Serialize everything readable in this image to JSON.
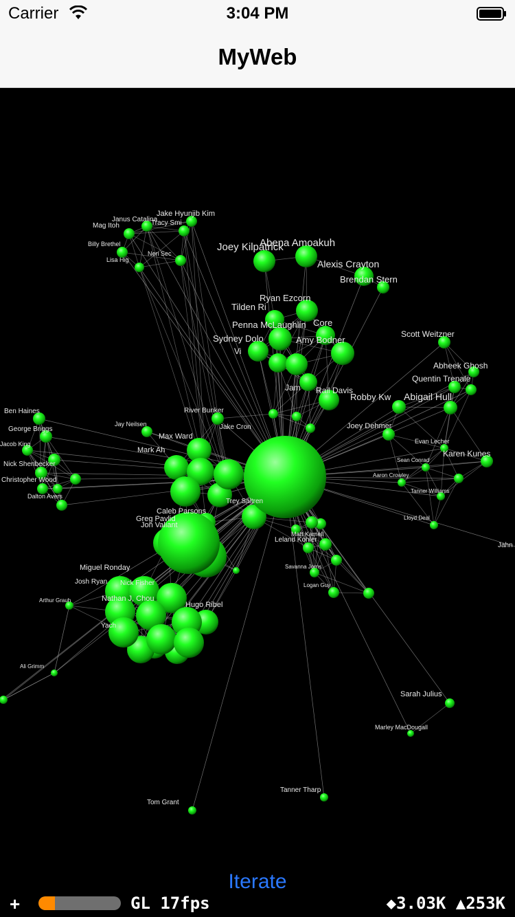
{
  "status_bar": {
    "carrier": "Carrier",
    "time": "3:04 PM"
  },
  "nav": {
    "title": "MyWeb"
  },
  "graph": {
    "node_color": "#1aff1a",
    "edge_color": "#cfcfcf",
    "labels": [
      "Jake Hyunjib Kim",
      "Janus Catalina",
      "Tracy Smi",
      "Mag Itoh",
      "Billy Brethel",
      "Neri Sec",
      "Lisa Hig",
      "Joey Kilpatrick",
      "Abena Amoakuh",
      "Alexis Crayton",
      "Brendan Stern",
      "Ryan Ezcorn",
      "Tilden Ri",
      "Penna McLaughlin",
      "Core",
      "Sydney Dolo",
      "Amy Bodner",
      "Vi",
      "Scott Weitzner",
      "Abheek Ghosh",
      "Quentin Trenale",
      "Robby Kw",
      "Abigail Hull",
      "Jam",
      "Rail Davis",
      "Ben Haines",
      "George Briggs",
      "Jacob King",
      "Nick Shenbecker",
      "Christopher Wood",
      "Dalton Avers",
      "Jay Neilsen",
      "River Bunker",
      "Max Ward",
      "Jake Cron",
      "Mark Ah",
      "Joey Dehmer",
      "Evan Lecher",
      "Karen Kunes",
      "Sean Conrad",
      "Aaron Crowley",
      "Tanner Williams",
      "Lloyd Deal",
      "Caleb Parsons",
      "Greg Pavlid",
      "Jon Valiant",
      "Trey Saltren",
      "Leland Kohler",
      "Matt Kamell",
      "Savanna Jorns",
      "Logan Guy",
      "Miguel Ronday",
      "Josh Ryan",
      "Nick Fisher",
      "Nathan J. Chou",
      "Hugo Ribel",
      "Yach",
      "Arthur Grauh",
      "Ali Grimm",
      "Sarah Julius",
      "Marley MacDougall",
      "Tanner Tharp",
      "Tom Grant",
      "Jahn"
    ]
  },
  "iterate": {
    "label": "Iterate"
  },
  "hud": {
    "plus": "+",
    "progress": 0.2,
    "gl": "GL 17fps",
    "stats": "◆3.03K ▲253K"
  }
}
